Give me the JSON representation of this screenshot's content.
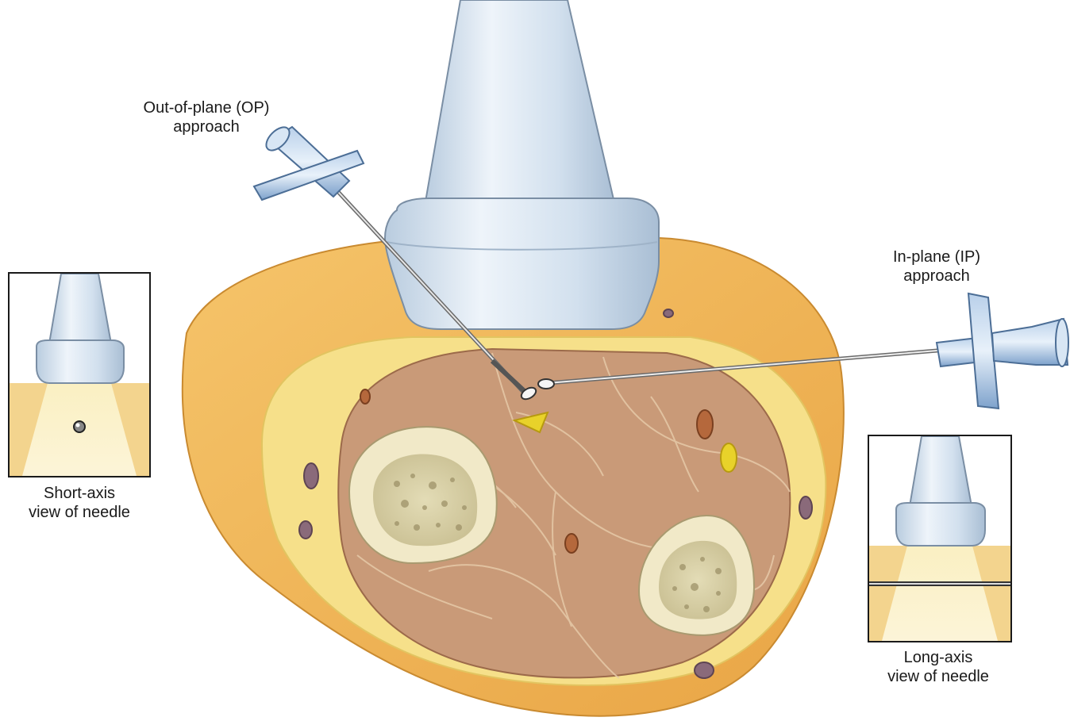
{
  "labels": {
    "op_approach": [
      "Out-of-plane (OP)",
      "approach"
    ],
    "ip_approach": [
      "In-plane (IP)",
      "approach"
    ],
    "short_axis": [
      "Short-axis",
      "view of needle"
    ],
    "long_axis": [
      "Long-axis",
      "view of needle"
    ]
  },
  "colors": {
    "skin": "#f0b85a",
    "fat": "#f6e08a",
    "muscle": "#c99a78",
    "bone_cortex": "#f1e9c8",
    "marrow": "#d8d0a8",
    "probe": "#d5e4f2",
    "needle_hub": "#8eb2d8",
    "nerve": "#e8d22a",
    "vein": "#8a6a7a",
    "artery": "#b5683c"
  },
  "icons": [
    "ultrasound-probe-icon",
    "needle-icon",
    "bone-icon",
    "nerve-icon",
    "vessel-icon"
  ]
}
